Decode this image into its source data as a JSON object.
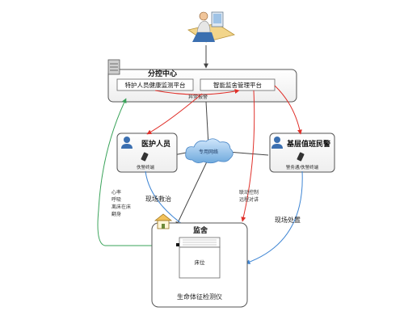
{
  "center": {
    "title": "分控中心",
    "health_platform": "特护人员健康监测平台",
    "supervision_platform": "智能监舍管理平台",
    "abnormal_alarm": "异常报警"
  },
  "network": {
    "label": "专用网络"
  },
  "medical": {
    "title": "医护人员",
    "device": "佚警终端"
  },
  "police": {
    "title": "基层值班民警",
    "device": "警务通/佚警终端"
  },
  "cell": {
    "title": "监舍",
    "bed": "床位",
    "instrument": "生命体征检测仪"
  },
  "flows": {
    "vitals": [
      "心率",
      "呼吸",
      "离床在床",
      "翻身"
    ],
    "onsite_rescue": "现场救治",
    "linkage": [
      "联动控制",
      "远程对讲"
    ],
    "onsite_handling": "现场处置"
  },
  "colors": {
    "green": "#3aa35a",
    "red": "#e0302a",
    "blue": "#3f86d4",
    "dark": "#444444",
    "box_border": "#555555",
    "box_fill": "#f4f4f4"
  }
}
